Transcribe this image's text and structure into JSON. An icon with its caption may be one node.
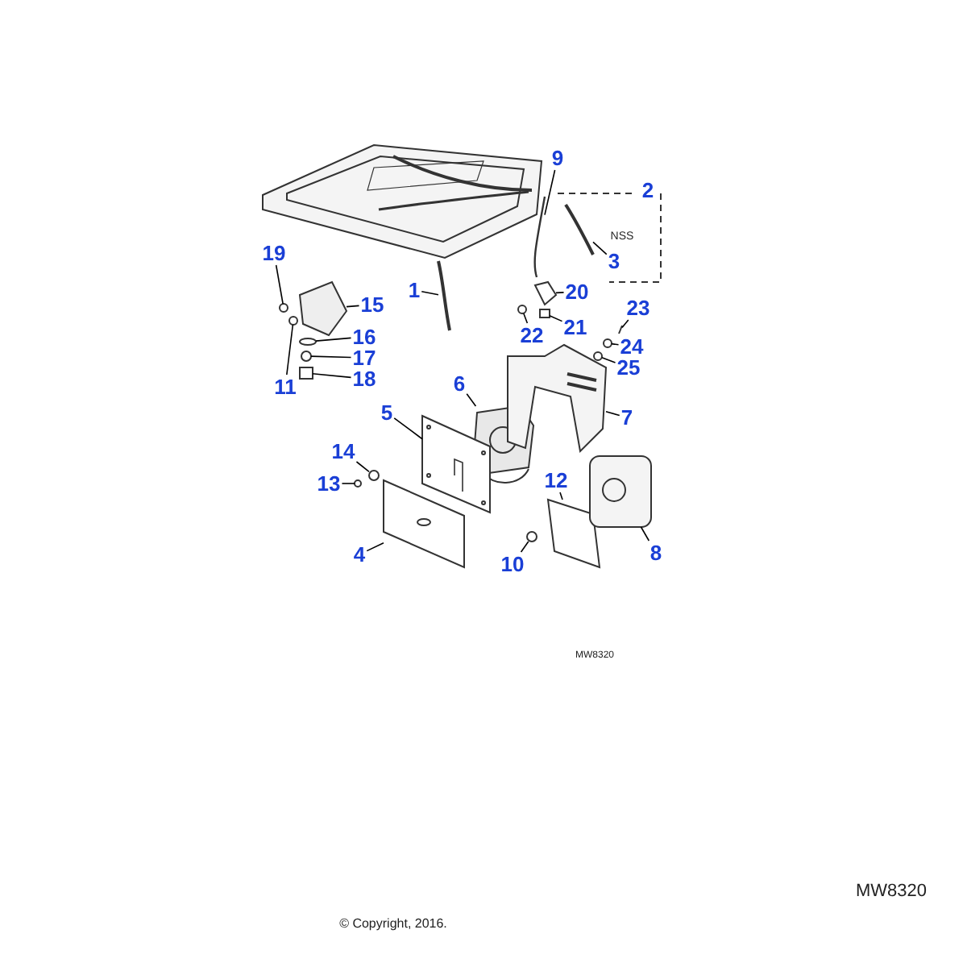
{
  "diagram": {
    "nodes": [
      {
        "text": [
          "9"
        ]
      },
      {
        "text": [
          "3"
        ]
      },
      {
        "text": [
          "19"
        ]
      },
      {
        "text": [
          "20"
        ]
      },
      {
        "text": [
          "1"
        ]
      },
      {
        "text": [
          "15"
        ]
      },
      {
        "text": [
          "16"
        ]
      },
      {
        "text": [
          "17"
        ]
      },
      {
        "text": [
          "21"
        ]
      },
      {
        "text": [
          "23"
        ]
      },
      {
        "text": [
          "22"
        ]
      },
      {
        "text": [
          "24"
        ]
      },
      {
        "text": [
          "18"
        ]
      },
      {
        "text": [
          "25"
        ]
      },
      {
        "text": [
          "11"
        ]
      },
      {
        "text": [
          "6"
        ]
      },
      {
        "text": [
          "7"
        ]
      },
      {
        "text": [
          "5"
        ]
      },
      {
        "text": [
          "14"
        ]
      },
      {
        "text": [
          "13"
        ]
      },
      {
        "text": [
          "12"
        ]
      },
      {
        "text": [
          "4"
        ]
      },
      {
        "text": [
          "8"
        ]
      },
      {
        "text": [
          "10"
        ]
      },
      {
        "text": [],
        "shape": "picture"
      },
      {
        "text": [],
        "shape": "picture"
      },
      {
        "text": [],
        "shape": "circle"
      },
      {
        "text": [],
        "shape": "picture"
      },
      {
        "text": [],
        "shape": "picture"
      },
      {
        "text": [],
        "shape": "picture"
      },
      {
        "text": [],
        "shape": "circle"
      },
      {
        "text": [],
        "shape": "circle"
      },
      {
        "text": [],
        "shape": "box"
      },
      {
        "text": [],
        "shape": "picture"
      },
      {
        "text": [],
        "shape": "circle"
      },
      {
        "text": [],
        "shape": "circle"
      },
      {
        "text": [],
        "shape": "box"
      },
      {
        "text": [],
        "shape": "circle"
      },
      {
        "text": [],
        "shape": "circle"
      },
      {
        "text": [],
        "shape": "picture"
      },
      {
        "text": [],
        "shape": "picture"
      },
      {
        "text": [],
        "shape": "picture"
      },
      {
        "text": [],
        "shape": "circle"
      },
      {
        "text": [],
        "shape": "circle"
      },
      {
        "text": [],
        "shape": "picture"
      },
      {
        "text": [],
        "shape": "picture"
      },
      {
        "text": [],
        "shape": "picture"
      },
      {
        "text": [],
        "shape": "circle"
      }
    ],
    "edges": [
      {
        "from": 0,
        "to": 24,
        "arrow": "none"
      },
      {
        "from": 1,
        "to": 25,
        "arrow": "none"
      },
      {
        "from": 2,
        "to": 26,
        "arrow": "none"
      },
      {
        "from": 3,
        "to": 27,
        "arrow": "none"
      },
      {
        "from": 4,
        "to": 28,
        "arrow": "none"
      },
      {
        "from": 5,
        "to": 29,
        "arrow": "none"
      },
      {
        "from": 6,
        "to": 30,
        "arrow": "none"
      },
      {
        "from": 7,
        "to": 31,
        "arrow": "none"
      },
      {
        "from": 8,
        "to": 32,
        "arrow": "none"
      },
      {
        "from": 9,
        "to": 33,
        "arrow": "none"
      },
      {
        "from": 10,
        "to": 34,
        "arrow": "none"
      },
      {
        "from": 11,
        "to": 35,
        "arrow": "none"
      },
      {
        "from": 12,
        "to": 36,
        "arrow": "none"
      },
      {
        "from": 13,
        "to": 37,
        "arrow": "none"
      },
      {
        "from": 14,
        "to": 38,
        "arrow": "none"
      },
      {
        "from": 15,
        "to": 39,
        "arrow": "none"
      },
      {
        "from": 16,
        "to": 40,
        "arrow": "none"
      },
      {
        "from": 17,
        "to": 41,
        "arrow": "none"
      },
      {
        "from": 18,
        "to": 42,
        "arrow": "none"
      },
      {
        "from": 19,
        "to": 43,
        "arrow": "none"
      },
      {
        "from": 20,
        "to": 44,
        "arrow": "none"
      },
      {
        "from": 21,
        "to": 45,
        "arrow": "none"
      },
      {
        "from": 22,
        "to": 46,
        "arrow": "none"
      },
      {
        "from": 23,
        "to": 47,
        "arrow": "none"
      }
    ],
    "labels": [
      "2",
      "NSS",
      "MW8320",
      "MW8320",
      "© Copyright, 2016."
    ]
  }
}
